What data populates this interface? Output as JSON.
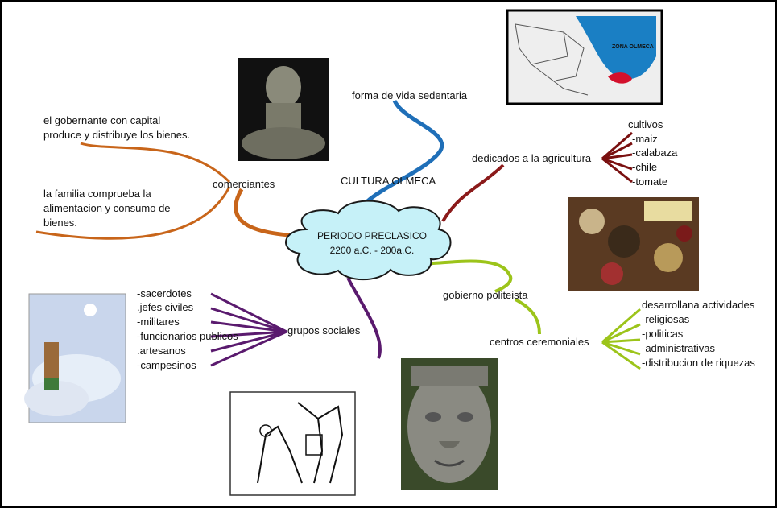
{
  "title": "CULTURA OLMECA",
  "center": {
    "line1": "PERIODO PRECLASICO",
    "line2": "2200 a.C. - 200a.C."
  },
  "colors": {
    "blue": "#1f6fb8",
    "orange": "#c8651a",
    "darkred": "#8b1a1a",
    "green": "#9cc41a",
    "purple": "#5a1a6e",
    "cloud": "#c6f1f8"
  },
  "branches": {
    "forma": {
      "label": "forma de vida sedentaria"
    },
    "comerciantes": {
      "label": "comerciantes",
      "items": [
        "el gobernante con capital produce y distribuye los bienes.",
        "la familia comprueba la alimentacion y consumo de bienes."
      ]
    },
    "agricultura": {
      "label": "dedicados a la agricultura",
      "items": [
        "cultivos",
        "-maiz",
        "-calabaza",
        "-chile",
        "-tomate"
      ]
    },
    "gobierno": {
      "label": "gobierno politeista",
      "sub": "centros ceremoniales",
      "items": [
        "desarrollana actividades",
        "-religiosas",
        "-politicas",
        "-administrativas",
        "-distribucion de riquezas"
      ]
    },
    "grupos": {
      "label": "grupos sociales",
      "items": [
        "-sacerdotes",
        ".jefes civiles",
        "-militares",
        "-funcionarios publicos",
        ".artesanos",
        "-campesinos"
      ]
    }
  },
  "map": {
    "label": "ZONA OLMECA"
  },
  "images": [
    "seated-figure",
    "map-olmec-zone",
    "food-spices",
    "figure-reaching-sky",
    "codex-drawing",
    "colossal-head"
  ]
}
